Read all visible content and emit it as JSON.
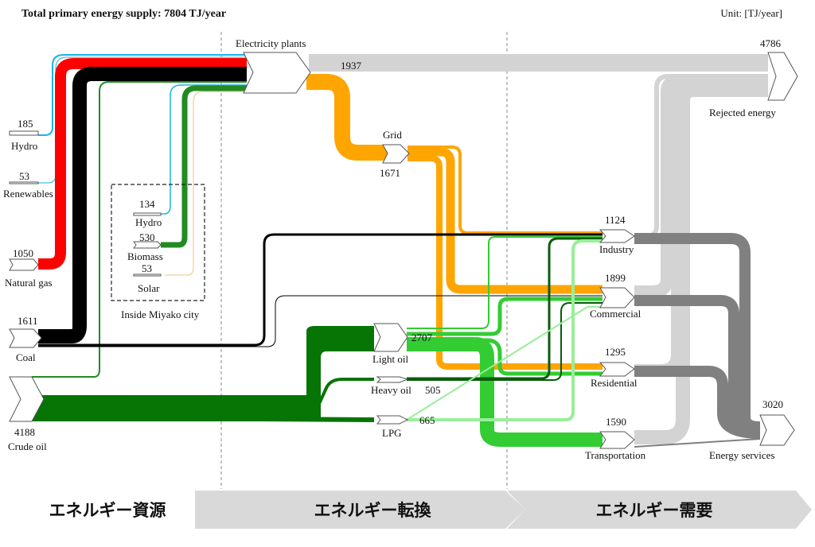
{
  "header": {
    "title": "Total primary energy supply: 7804 TJ/year",
    "unit": "Unit: [TJ/year]"
  },
  "sources": {
    "hydro": {
      "label": "Hydro",
      "value": "185"
    },
    "renewables": {
      "label": "Renewables",
      "value": "53"
    },
    "natural_gas": {
      "label": "Natural gas",
      "value": "1050"
    },
    "coal": {
      "label": "Coal",
      "value": "1611"
    },
    "crude_oil": {
      "label": "Crude oil",
      "value": "4188"
    }
  },
  "miyako_box": {
    "title": "Inside Miyako city",
    "hydro": {
      "label": "Hydro",
      "value": "134"
    },
    "biomass": {
      "label": "Biomass",
      "value": "530"
    },
    "solar": {
      "label": "Solar",
      "value": "53"
    }
  },
  "conversion": {
    "electricity_plants": {
      "label": "Electricity plants",
      "value": "1937"
    },
    "grid": {
      "label": "Grid",
      "value": "1671"
    },
    "light_oil": {
      "label": "Light oil",
      "value": "2707"
    },
    "heavy_oil": {
      "label": "Heavy oil",
      "value": "505"
    },
    "lpg": {
      "label": "LPG",
      "value": "665"
    }
  },
  "demand": {
    "industry": {
      "label": "Industry",
      "value": "1124"
    },
    "commercial": {
      "label": "Commercial",
      "value": "1899"
    },
    "residential": {
      "label": "Residential",
      "value": "1295"
    },
    "transportation": {
      "label": "Transportation",
      "value": "1590"
    }
  },
  "outputs": {
    "rejected": {
      "label": "Rejected energy",
      "value": "4786"
    },
    "services": {
      "label": "Energy services",
      "value": "3020"
    }
  },
  "stages": {
    "sources": "エネルギー資源",
    "conversion": "エネルギー転換",
    "demand": "エネルギー需要"
  },
  "colors": {
    "hydro": "#1ab3e6",
    "natural_gas": "#ff0000",
    "coal": "#000000",
    "biomass": "#228b22",
    "solar": "#f5c27a",
    "electricity": "#ffa500",
    "crude_oil": "#067506",
    "light_oil": "#33cc33",
    "heavy_oil": "#0a5c0a",
    "lpg": "#99ee99",
    "rejected": "#d3d3d3",
    "services": "#808080"
  }
}
